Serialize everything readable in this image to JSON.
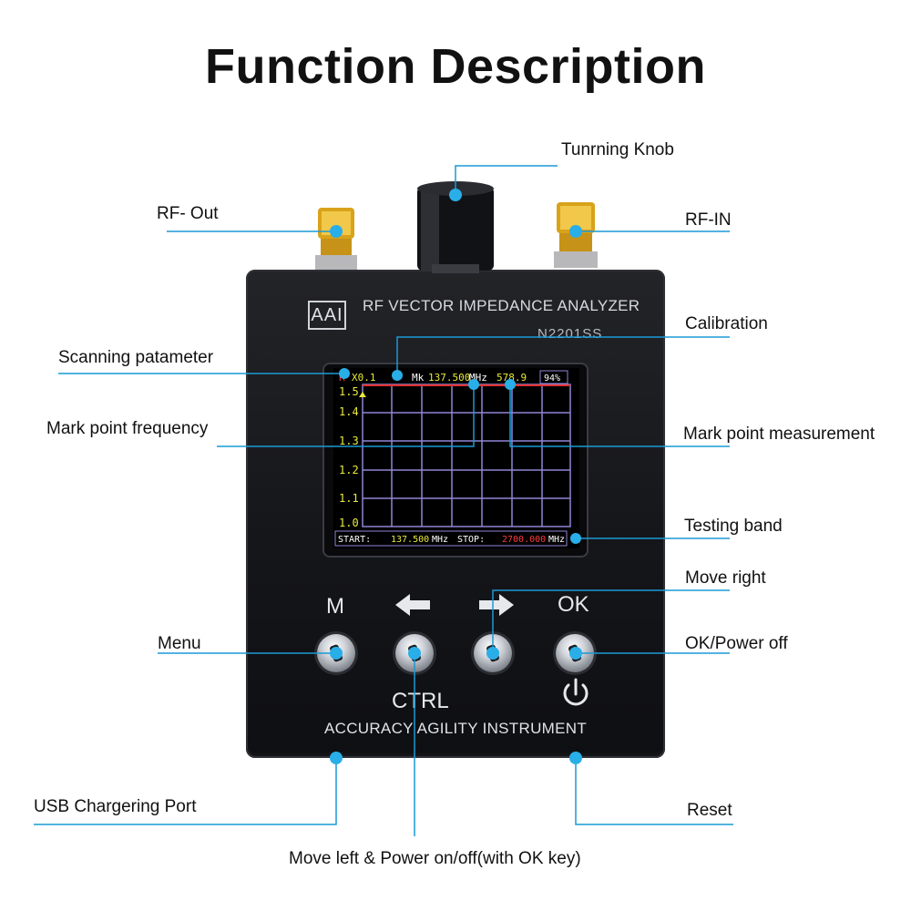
{
  "title": "Function Description",
  "colors": {
    "accent": "#1a9ad6",
    "dot": "#29aee8",
    "grid": "#8f86d6",
    "curve": "#e03030",
    "text_green": "#e9ea3a",
    "text_red": "#ff3a3a"
  },
  "callouts": {
    "turning_knob": "Tunrning Knob",
    "rf_out": "RF- Out",
    "rf_in": "RF-IN",
    "calibration": "Calibration",
    "scanning_parameter": "Scanning patameter",
    "mark_point_frequency": "Mark point frequency",
    "mark_point_measurement": "Mark point measurement",
    "testing_band": "Testing band",
    "move_right": "Move right",
    "menu": "Menu",
    "ok_power_off": "OK/Power off",
    "usb_port": "USB Chargering Port",
    "reset": "Reset",
    "move_left": "Move left & Power on/off(with OK key)"
  },
  "device": {
    "brand": "AAI",
    "title": "RF VECTOR IMPEDANCE ANALYZER",
    "model": "N2201SS",
    "footer": "ACCURACY AGILITY INSTRUMENT",
    "buttons": {
      "m": "M",
      "ok": "OK",
      "ctrl": "CTRL"
    },
    "icons": [
      "arrow-left-icon",
      "arrow-right-icon",
      "power-icon"
    ]
  },
  "screen": {
    "header_mode": "R",
    "header_scale": "X0.1",
    "header_mk": "Mk",
    "header_freq": "137.500",
    "header_freq_unit": "MHz",
    "header_value": "578.9",
    "header_battery": "94%",
    "y_ticks": [
      "1.5",
      "1.4",
      "1.3",
      "1.2",
      "1.1",
      "1.0"
    ],
    "start_label": "START:",
    "start_value": "137.500",
    "start_unit": "MHz",
    "stop_label": "STOP:",
    "stop_value": "2700.000",
    "stop_unit": "MHz"
  }
}
